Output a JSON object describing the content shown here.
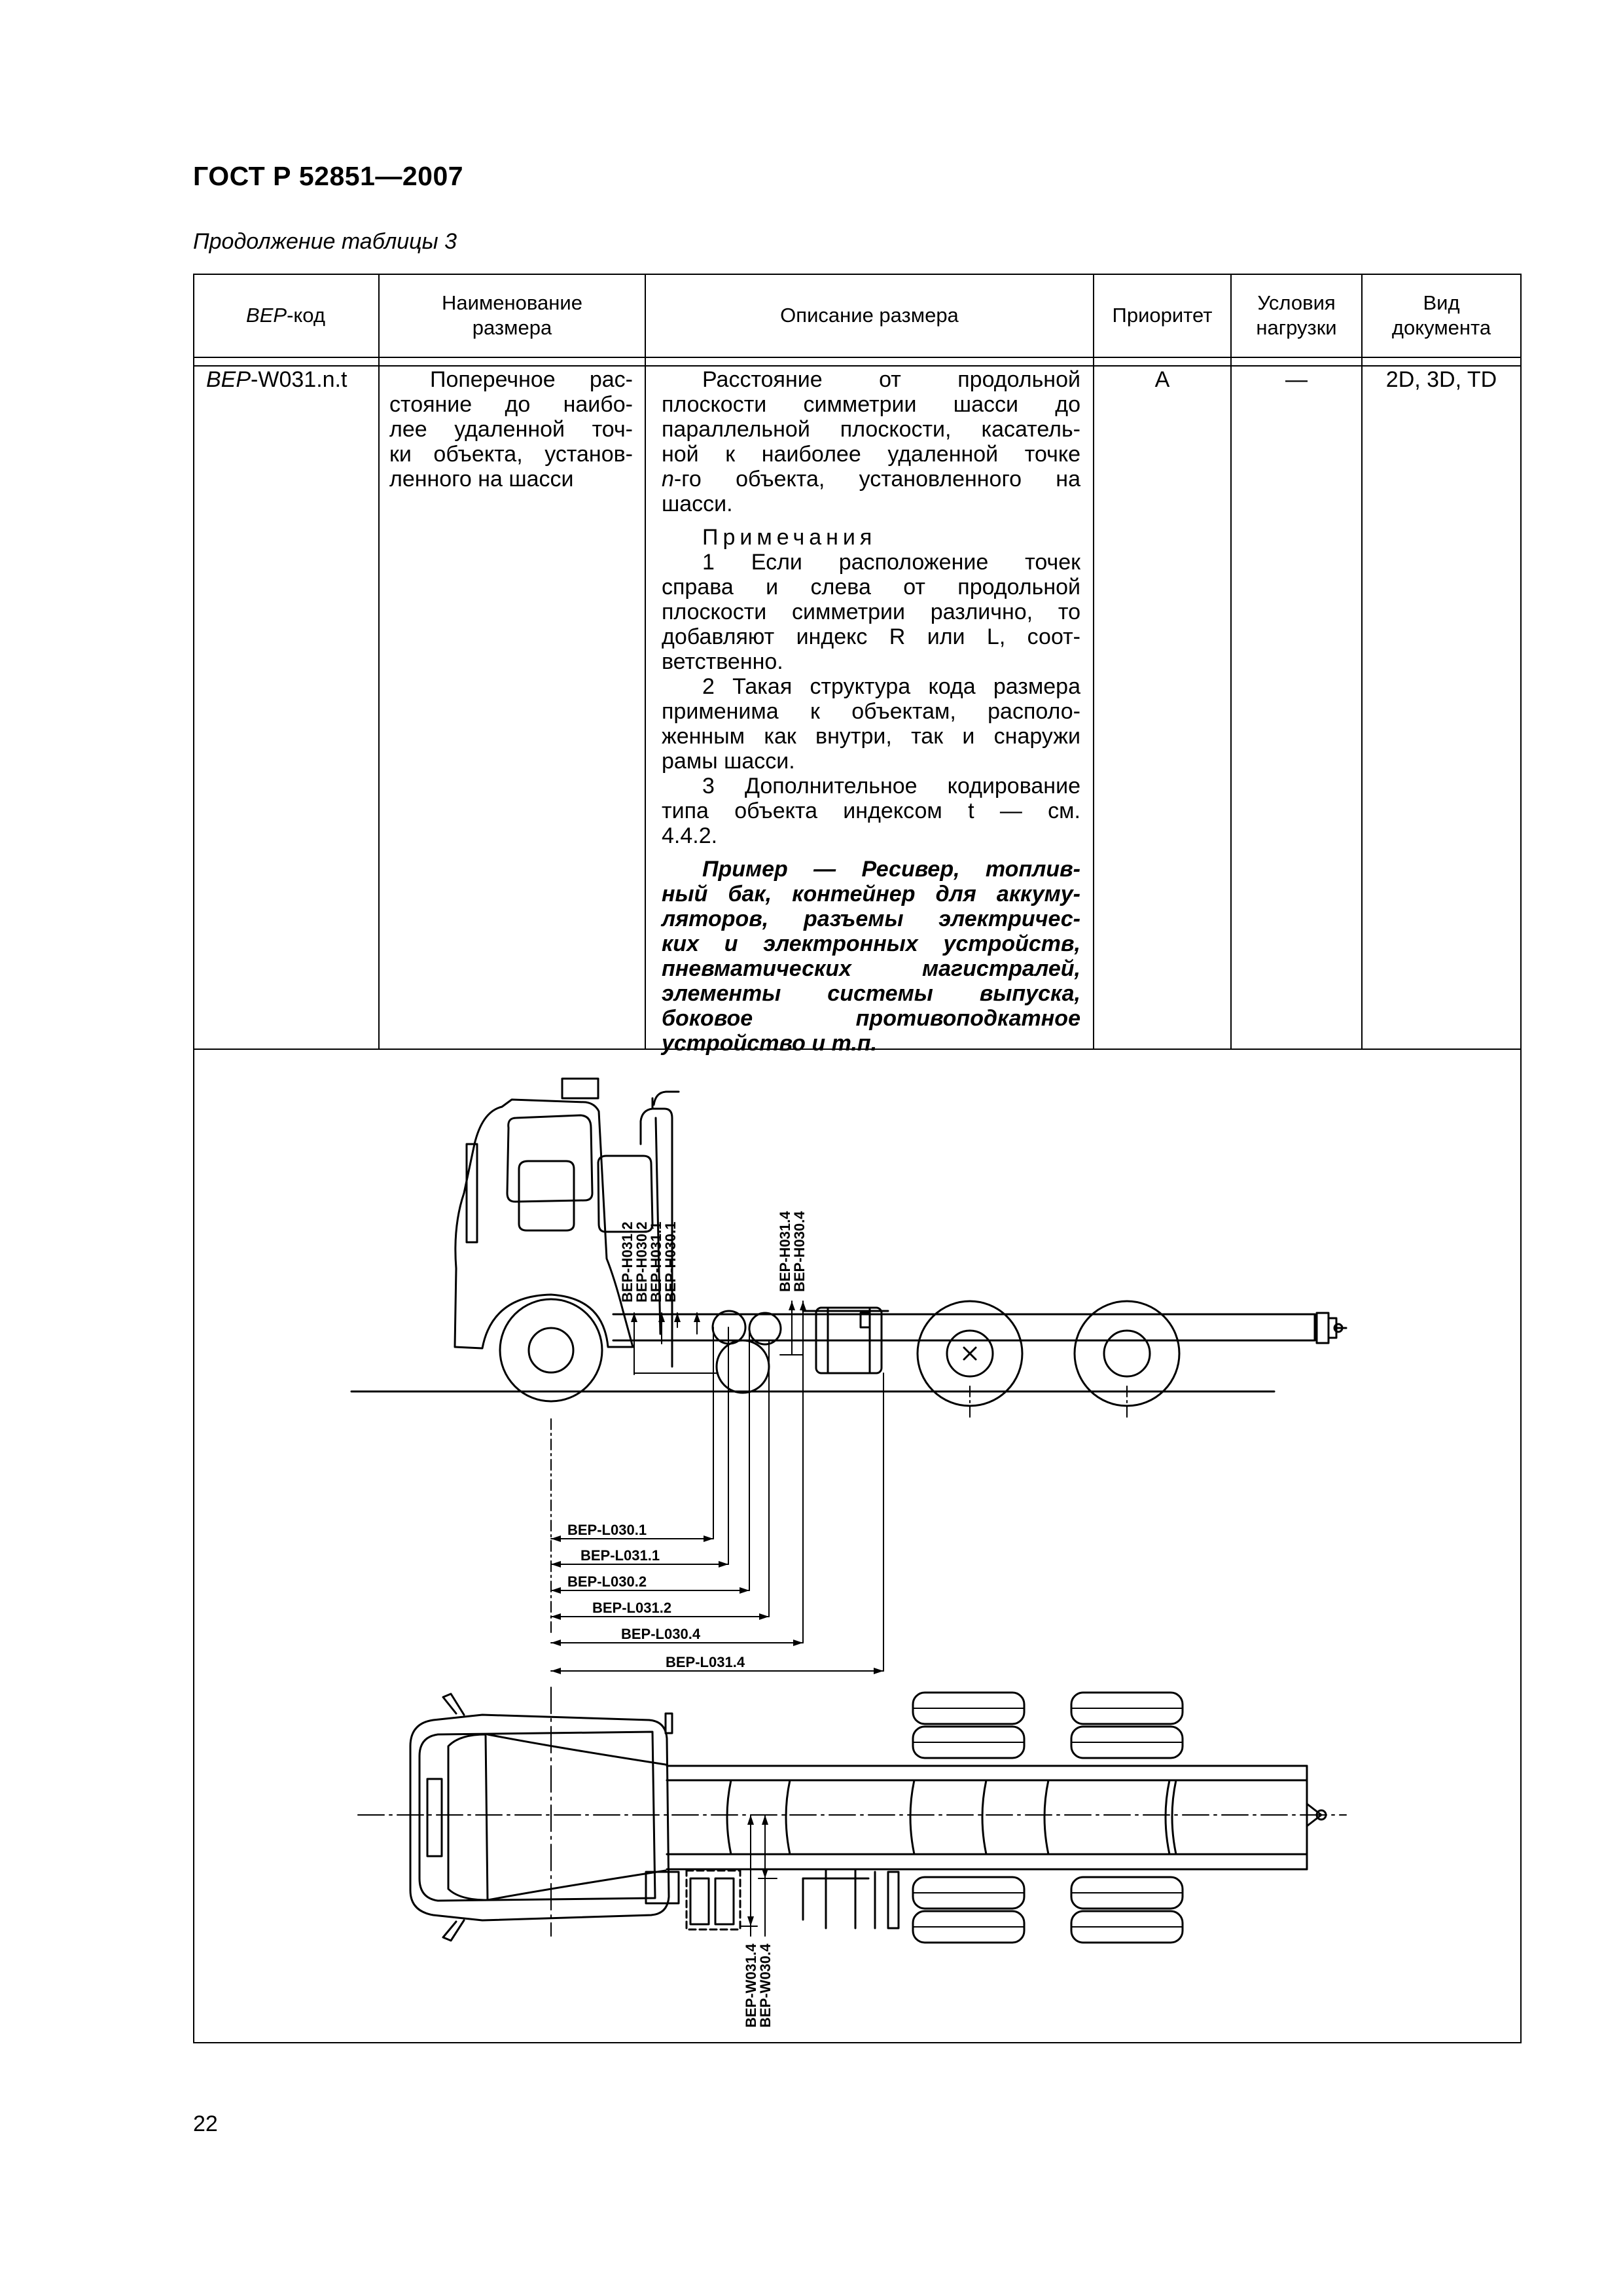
{
  "header": {
    "standard": "ГОСТ Р 52851—2007"
  },
  "caption": "Продолжение таблицы 3",
  "table": {
    "columns": {
      "code_italic": "BEP",
      "code_rest": "-код",
      "name_1": "Наименование",
      "name_2": "размера",
      "desc": "Описание размера",
      "priority": "Приоритет",
      "load_1": "Условия",
      "load_2": "нагрузки",
      "doc_1": "Вид",
      "doc_2": "документа"
    },
    "row": {
      "code_italic": "BEP",
      "code_rest": "-W031.n.t",
      "name_lines": [
        "Поперечное рас-",
        "стояние до наибо-",
        "лее удаленной точ-",
        "ки объекта, установ-",
        "ленного на шасси"
      ],
      "desc_p1": [
        "Расстояние от продольной",
        "плоскости симметрии шасси до",
        "параллельной плоскости, касатель-",
        "ной к наиболее удаленной точке",
        "-го объекта, установленного на",
        "шасси."
      ],
      "desc_n_italic": "n",
      "notes_title": "Примечания",
      "note1": [
        "1 Если расположение точек",
        "справа и слева от продольной",
        "плоскости симметрии различно, то",
        "добавляют индекс R или L, соот-",
        "ветственно."
      ],
      "note2": [
        "2 Такая структура кода размера",
        "применима к объектам, располо-",
        "женным как внутри, так и снаружи",
        "рамы шасси."
      ],
      "note3": [
        "3 Дополнительное кодирование",
        "типа объекта индексом t — см.",
        "4.4.2."
      ],
      "example": [
        "Пример — Ресивер, топлив-",
        "ный бак, контейнер для аккуму-",
        "ляторов, разъемы электричес-",
        "ких и электронных устройств,",
        "пневматических магистралей,",
        "элементы системы выпуска,",
        "боковое противоподкатное",
        "устройство и т.п."
      ],
      "priority": "A",
      "load": "—",
      "doc": "2D, 3D, TD"
    }
  },
  "figure": {
    "side_labels_h": [
      "BEP-H031.2",
      "BEP-H030.2",
      "BEP-H031.1",
      "BEP-H030.1",
      "BEP-H031.4",
      "BEP-H030.4"
    ],
    "side_labels_l": [
      "BEP-L030.1",
      "BEP-L031.1",
      "BEP-L030.2",
      "BEP-L031.2",
      "BEP-L030.4",
      "BEP-L031.4"
    ],
    "top_labels_w": [
      "BEP-W031.4",
      "BEP-W030.4"
    ]
  },
  "page_number": "22"
}
